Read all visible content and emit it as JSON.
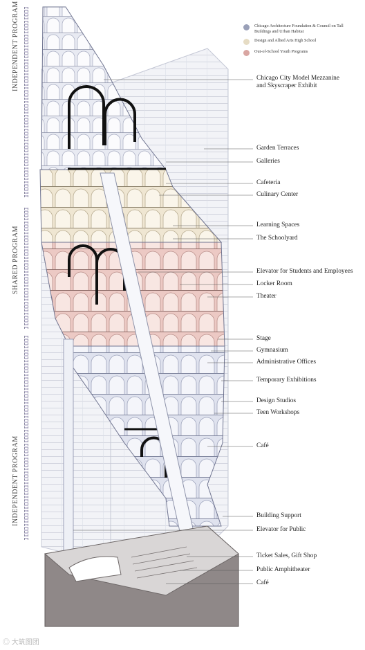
{
  "sections": [
    {
      "id": "top",
      "label": "INDEPENDENT PROGRAM"
    },
    {
      "id": "middle",
      "label": "SHARED PROGRAM"
    },
    {
      "id": "bottom",
      "label": "INDEPENDENT PROGRAM"
    }
  ],
  "legend": [
    {
      "text": "Chicago Architecture Foundation & Council on Tall Buildings and Urban Habitat",
      "color": "#9aa0b8"
    },
    {
      "text": "Design and Allied Arts High School",
      "color": "#e6dcc4"
    },
    {
      "text": "Out-of-School Youth Programs",
      "color": "#d9a6a2"
    }
  ],
  "labels": [
    {
      "text": "Chicago City Model Mezzanine\nand Skyscraper Exhibit"
    },
    {
      "text": "Garden Terraces"
    },
    {
      "text": "Galleries"
    },
    {
      "text": "Cafeteria"
    },
    {
      "text": "Culinary Center"
    },
    {
      "text": "Learning Spaces"
    },
    {
      "text": "The Schoolyard"
    },
    {
      "text": "Elevator for Students and Employees"
    },
    {
      "text": "Locker Room"
    },
    {
      "text": "Theater"
    },
    {
      "text": "Stage"
    },
    {
      "text": "Gymnasium"
    },
    {
      "text": "Administrative Offices"
    },
    {
      "text": "Temporary Exhibitions"
    },
    {
      "text": "Design Studios"
    },
    {
      "text": "Teen Workshops"
    },
    {
      "text": "Café"
    },
    {
      "text": "Building Support"
    },
    {
      "text": "Elevator for Public"
    },
    {
      "text": "Ticket Sales, Gift Shop"
    },
    {
      "text": "Public Amphitheater"
    },
    {
      "text": "Café"
    }
  ],
  "watermark": "◎ 大筑图团"
}
